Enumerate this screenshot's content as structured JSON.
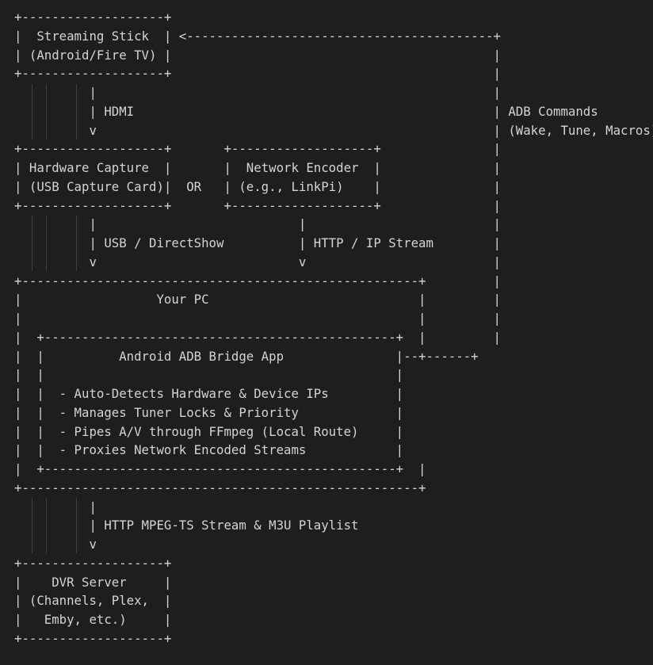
{
  "diagram": {
    "lines": [
      "+-------------------+",
      "|  Streaming Stick  | <-----------------------------------------+",
      "| (Android/Fire TV) |                                           |",
      "+-------------------+                                           |",
      "          |                                                     |",
      "          | HDMI                                                | ADB Commands",
      "          v                                                     | (Wake, Tune, Macros)",
      "+-------------------+       +-------------------+               |",
      "| Hardware Capture  |       |  Network Encoder  |               |",
      "| (USB Capture Card)|  OR   | (e.g., LinkPi)    |               |",
      "+-------------------+       +-------------------+               |",
      "          |                           |                         |",
      "          | USB / DirectShow          | HTTP / IP Stream        |",
      "          v                           v                         |",
      "+-----------------------------------------------------+         |",
      "|                  Your PC                            |         |",
      "|                                                     |         |",
      "|  +-----------------------------------------------+  |         |",
      "|  |          Android ADB Bridge App               |--+------+",
      "|  |                                               |",
      "|  |  - Auto-Detects Hardware & Device IPs         |",
      "|  |  - Manages Tuner Locks & Priority             |",
      "|  |  - Pipes A/V through FFmpeg (Local Route)     |",
      "|  |  - Proxies Network Encoded Streams            |",
      "|  +-----------------------------------------------+  |",
      "+-----------------------------------------------------+",
      "          |",
      "          | HTTP MPEG-TS Stream & M3U Playlist",
      "          v",
      "+-------------------+",
      "|    DVR Server     |",
      "| (Channels, Plex,  |",
      "|   Emby, etc.)     |",
      "+-------------------+"
    ]
  }
}
